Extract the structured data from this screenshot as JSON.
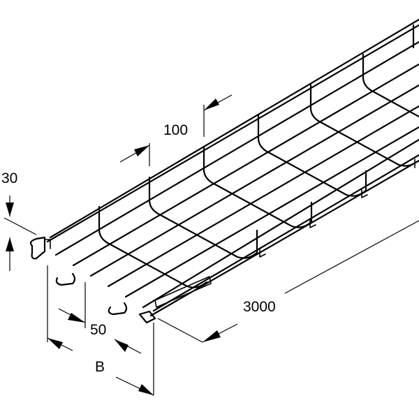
{
  "dimensions": {
    "mesh_spacing": "100",
    "height": "30",
    "bottom_spacing": "50",
    "width": "B",
    "length": "3000"
  }
}
